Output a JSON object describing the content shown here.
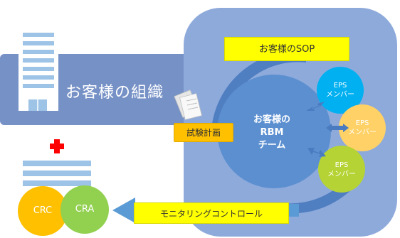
{
  "diagram": {
    "customer_org_label": "お客様の組織",
    "sop_label": "お客様のSOP",
    "trial_plan_label": "試験計画",
    "monitoring_label": "モニタリングコントロール",
    "rbm_team": {
      "line1": "お客様の",
      "line2": "RBM",
      "line3": "チーム"
    },
    "eps_members": [
      {
        "line1": "EPS",
        "line2": "メンバー"
      },
      {
        "line1": "EPS",
        "line2": "メンバー"
      },
      {
        "line1": "EPS",
        "line2": "メンバー"
      }
    ],
    "crc_label": "CRC",
    "cra_label": "CRA"
  },
  "colors": {
    "panel_blue": "#8eaadb",
    "band_blue": "#7691c6",
    "arc_dark": "#4f7ec1",
    "team_circle": "#5b8fd0",
    "eps_blue": "#00b0f0",
    "eps_orange": "#ffd166",
    "eps_green": "#b5d334",
    "crc": "#ffc000",
    "cra": "#92d050",
    "yellow": "#ffff00",
    "orange": "#ffc000"
  }
}
